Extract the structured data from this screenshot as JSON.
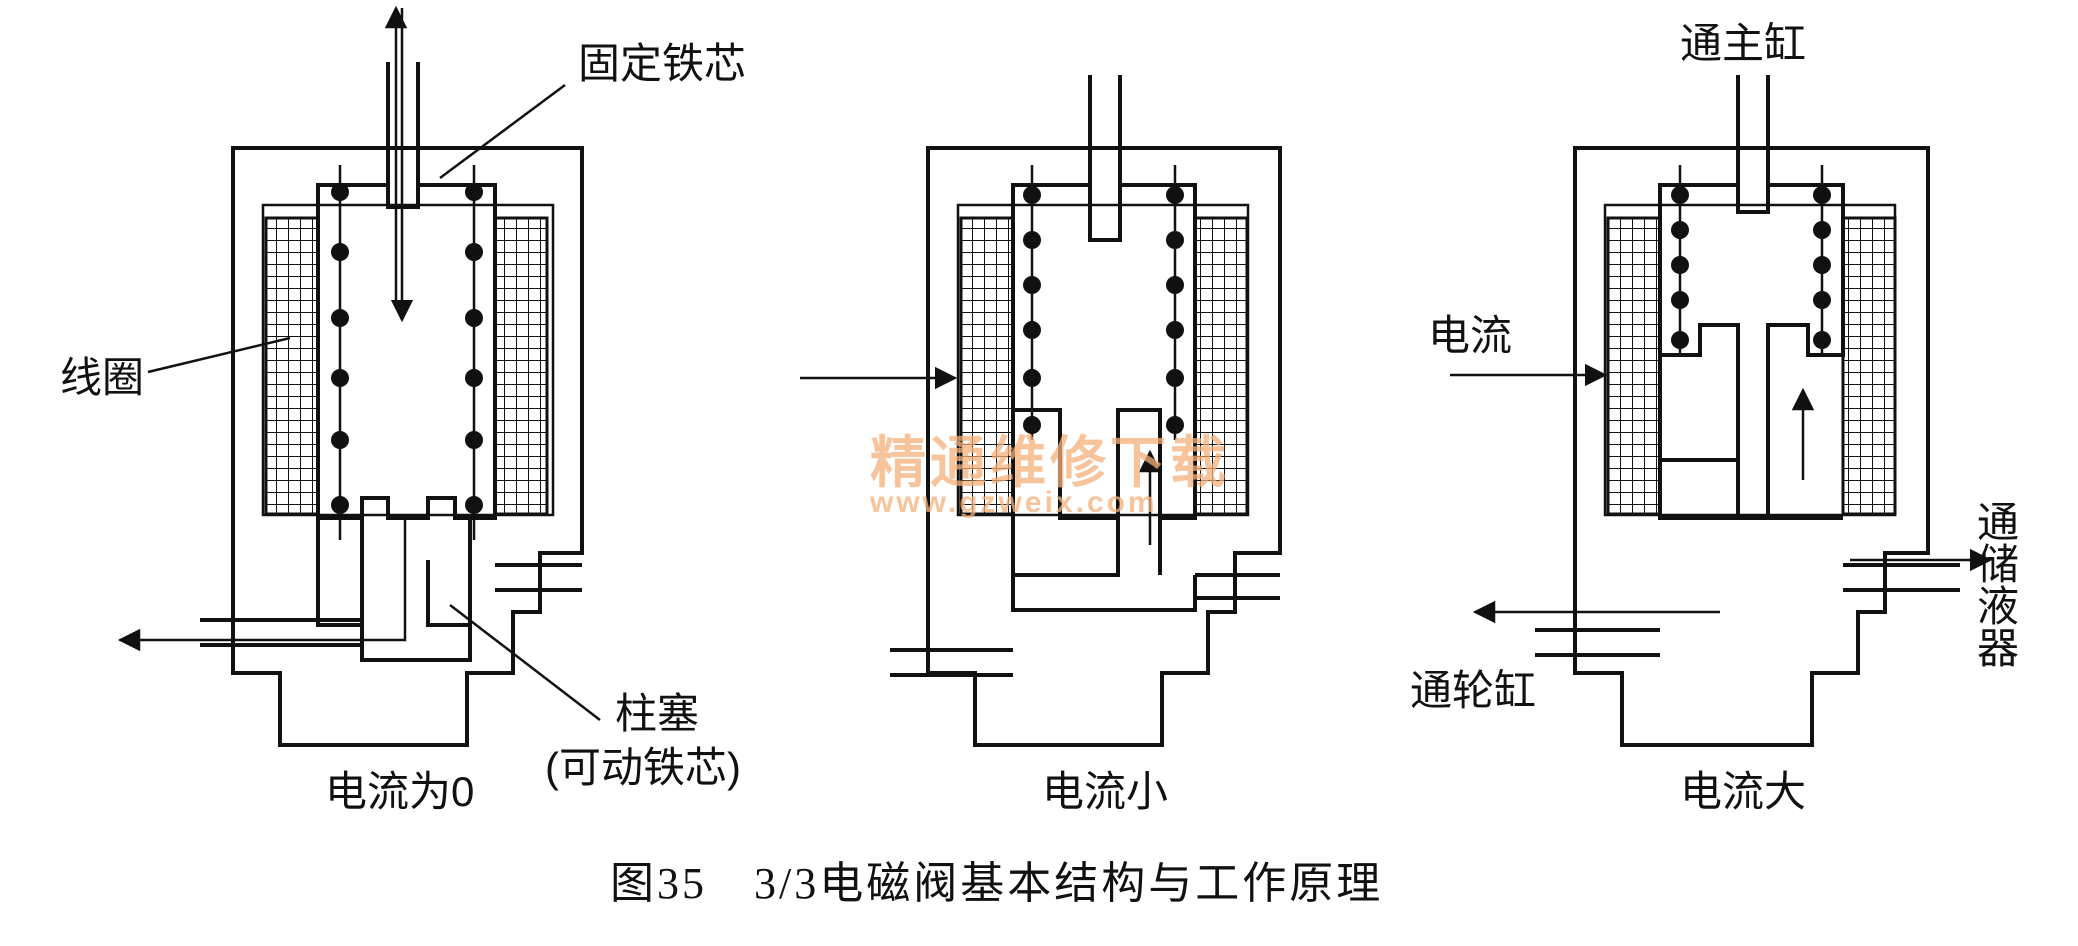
{
  "diagram": {
    "panels": [
      {
        "state_label": "电流为0",
        "labels": {
          "fixed_core": "固定铁芯",
          "coil": "线圈",
          "plunger_line1": "柱塞",
          "plunger_line2": "(可动铁芯)"
        }
      },
      {
        "state_label": "电流小",
        "labels": {}
      },
      {
        "state_label": "电流大",
        "labels": {
          "to_master_cylinder": "通主缸",
          "current": "电流",
          "to_wheel_cylinder": "通轮缸",
          "to_reservoir": "通储液器"
        }
      }
    ],
    "caption": "图35　3/3电磁阀基本结构与工作原理",
    "watermark": {
      "line1": "精通维修下载",
      "line2": "www.gzweix.com"
    },
    "colors": {
      "ink": "#111111",
      "watermark": "#f4b07a",
      "background": "#ffffff"
    }
  }
}
